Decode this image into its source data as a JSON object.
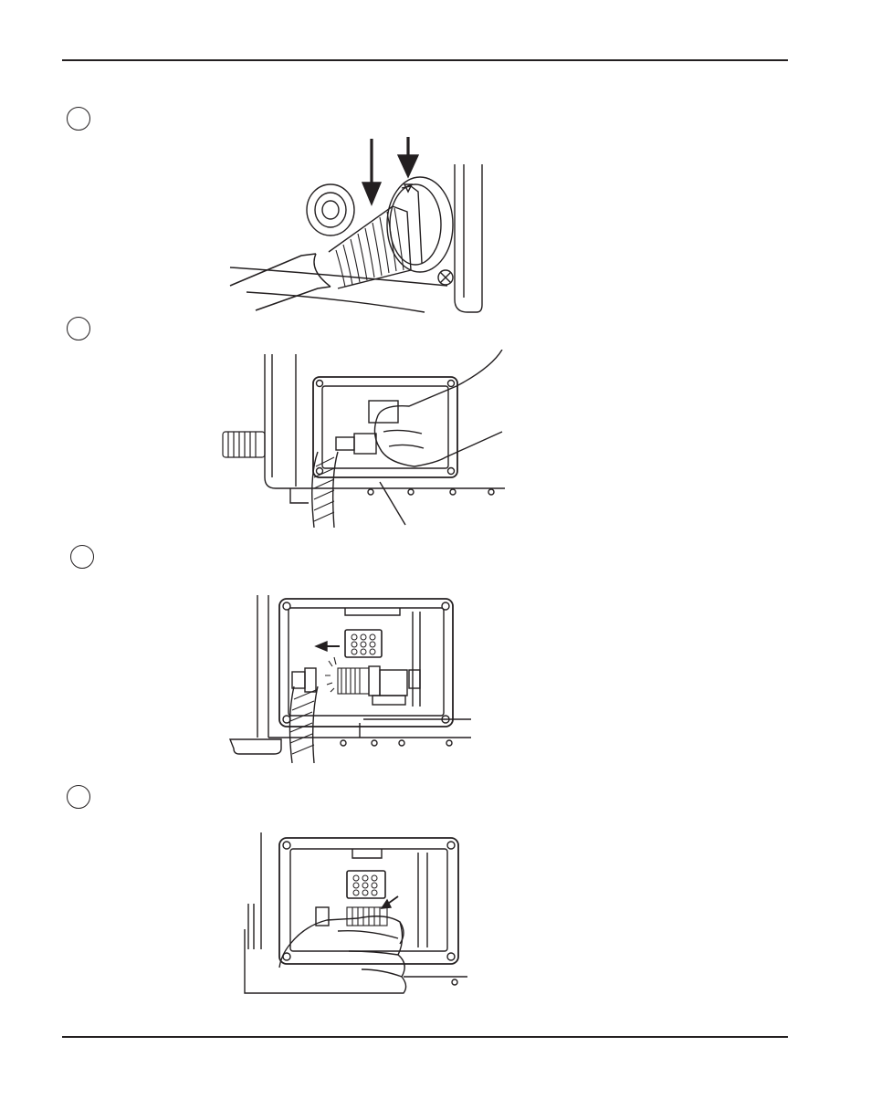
{
  "page": {
    "background": "#ffffff",
    "ink": "#231f20"
  },
  "steps": [
    {
      "marker": "step-circle",
      "illustration": "connect-torch-lead-icon"
    },
    {
      "marker": "step-circle",
      "illustration": "disconnect-plug-from-receptacle-icon"
    },
    {
      "marker": "step-circle",
      "illustration": "slide-plug-out-of-enclosure-icon"
    },
    {
      "marker": "step-circle",
      "illustration": "press-latch-remove-connector-icon"
    }
  ]
}
